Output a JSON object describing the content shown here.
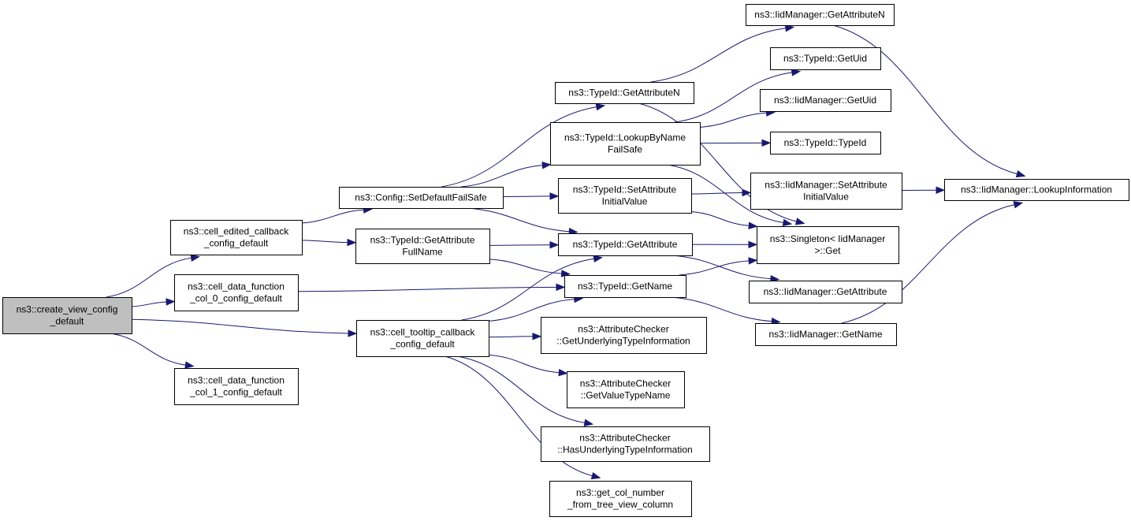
{
  "graph": {
    "nodes": [
      {
        "id": "n0",
        "lines": [
          "ns3::create_view_config",
          "_default"
        ],
        "root": true
      },
      {
        "id": "n1",
        "lines": [
          "ns3::cell_edited_callback",
          "_config_default"
        ]
      },
      {
        "id": "n2",
        "lines": [
          "ns3::cell_data_function",
          "_col_0_config_default"
        ]
      },
      {
        "id": "n3",
        "lines": [
          "ns3::cell_tooltip_callback",
          "_config_default"
        ]
      },
      {
        "id": "n4",
        "lines": [
          "ns3::cell_data_function",
          "_col_1_config_default"
        ]
      },
      {
        "id": "n5",
        "lines": [
          "ns3::Config::SetDefaultFailSafe"
        ]
      },
      {
        "id": "n6",
        "lines": [
          "ns3::TypeId::GetAttribute",
          "FullName"
        ]
      },
      {
        "id": "n7",
        "lines": [
          "ns3::TypeId::GetAttributeN"
        ]
      },
      {
        "id": "n8",
        "lines": [
          "ns3::TypeId::LookupByName",
          "FailSafe"
        ]
      },
      {
        "id": "n9",
        "lines": [
          "ns3::TypeId::SetAttribute",
          "InitialValue"
        ]
      },
      {
        "id": "n10",
        "lines": [
          "ns3::TypeId::GetAttribute"
        ]
      },
      {
        "id": "n11",
        "lines": [
          "ns3::TypeId::GetName"
        ]
      },
      {
        "id": "n12",
        "lines": [
          "ns3::AttributeChecker",
          "::GetUnderlyingTypeInformation"
        ]
      },
      {
        "id": "n13",
        "lines": [
          "ns3::AttributeChecker",
          "::GetValueTypeName"
        ]
      },
      {
        "id": "n14",
        "lines": [
          "ns3::AttributeChecker",
          "::HasUnderlyingTypeInformation"
        ]
      },
      {
        "id": "n15",
        "lines": [
          "ns3::get_col_number",
          "_from_tree_view_column"
        ]
      },
      {
        "id": "n16",
        "lines": [
          "ns3::IidManager::GetAttributeN"
        ]
      },
      {
        "id": "n17",
        "lines": [
          "ns3::TypeId::GetUid"
        ]
      },
      {
        "id": "n18",
        "lines": [
          "ns3::IidManager::GetUid"
        ]
      },
      {
        "id": "n19",
        "lines": [
          "ns3::TypeId::TypeId"
        ]
      },
      {
        "id": "n20",
        "lines": [
          "ns3::IidManager::SetAttribute",
          "InitialValue"
        ]
      },
      {
        "id": "n21",
        "lines": [
          "ns3::Singleton< IidManager",
          " >::Get"
        ]
      },
      {
        "id": "n22",
        "lines": [
          "ns3::IidManager::GetAttribute"
        ]
      },
      {
        "id": "n23",
        "lines": [
          "ns3::IidManager::GetName"
        ]
      },
      {
        "id": "n24",
        "lines": [
          "ns3::IidManager::LookupInformation"
        ]
      }
    ],
    "edges": [
      [
        "n0",
        "n1"
      ],
      [
        "n0",
        "n2"
      ],
      [
        "n0",
        "n3"
      ],
      [
        "n0",
        "n4"
      ],
      [
        "n1",
        "n5"
      ],
      [
        "n1",
        "n6"
      ],
      [
        "n2",
        "n11"
      ],
      [
        "n3",
        "n10"
      ],
      [
        "n3",
        "n11"
      ],
      [
        "n3",
        "n12"
      ],
      [
        "n3",
        "n13"
      ],
      [
        "n3",
        "n14"
      ],
      [
        "n3",
        "n15"
      ],
      [
        "n5",
        "n7"
      ],
      [
        "n5",
        "n8"
      ],
      [
        "n5",
        "n9"
      ],
      [
        "n5",
        "n10"
      ],
      [
        "n6",
        "n10"
      ],
      [
        "n6",
        "n11"
      ],
      [
        "n7",
        "n16"
      ],
      [
        "n7",
        "n21"
      ],
      [
        "n8",
        "n17"
      ],
      [
        "n8",
        "n18"
      ],
      [
        "n8",
        "n19"
      ],
      [
        "n8",
        "n21"
      ],
      [
        "n9",
        "n20"
      ],
      [
        "n9",
        "n21"
      ],
      [
        "n10",
        "n21"
      ],
      [
        "n10",
        "n22"
      ],
      [
        "n11",
        "n21"
      ],
      [
        "n11",
        "n23"
      ],
      [
        "n16",
        "n24"
      ],
      [
        "n20",
        "n24"
      ],
      [
        "n23",
        "n24"
      ]
    ],
    "colors": {
      "edge": "#191970",
      "node_border": "#000000",
      "root_fill": "#bfbfbf",
      "node_fill": "#ffffff"
    }
  }
}
